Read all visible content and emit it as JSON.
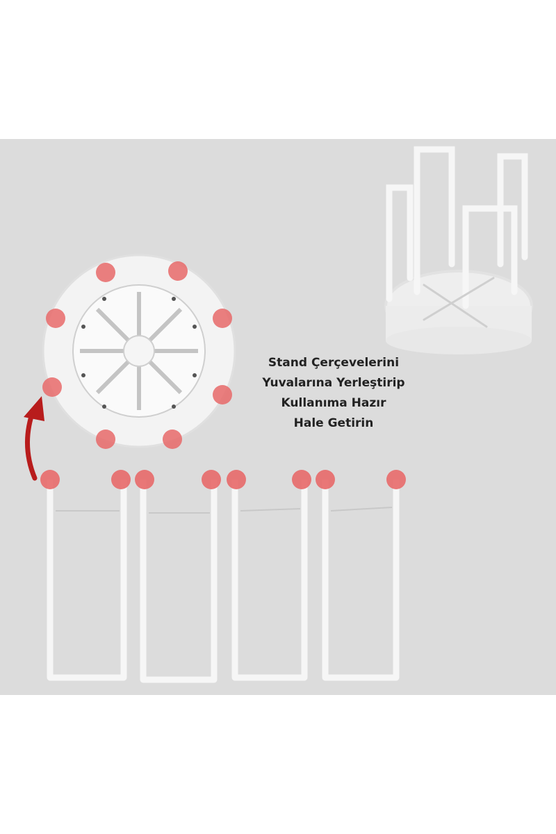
{
  "caption": {
    "lines": [
      "Stand Çerçevelerini",
      "Yuvalarına Yerleştirip",
      "Kullanıma Hazır",
      "Hale Getirin"
    ]
  },
  "colors": {
    "background": "#dcdcdc",
    "marker": "#e86a6a",
    "arrow": "#b81c1c",
    "product": "#f4f4f4"
  },
  "icons": [
    "curved-arrow-icon"
  ]
}
